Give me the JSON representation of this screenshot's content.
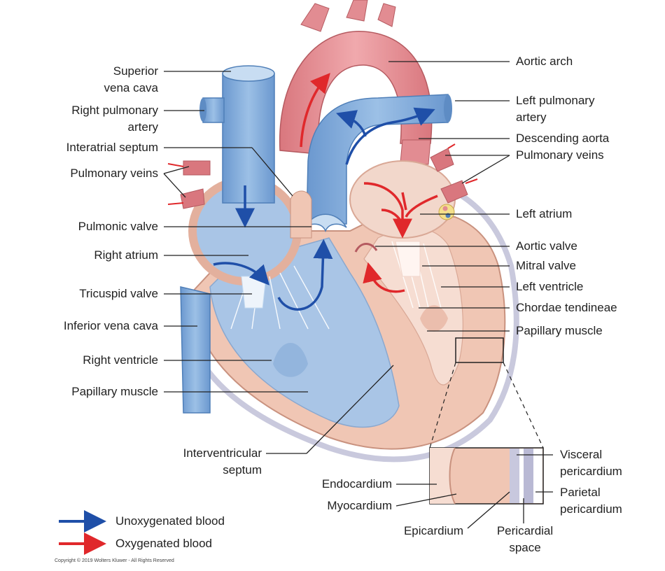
{
  "labels": {
    "superior_vena_cava": [
      "Superior",
      "vena cava"
    ],
    "right_pulmonary_artery": [
      "Right pulmonary",
      "artery"
    ],
    "interatrial_septum": "Interatrial septum",
    "pulmonary_veins_left": "Pulmonary veins",
    "pulmonic_valve": "Pulmonic valve",
    "right_atrium": "Right atrium",
    "tricuspid_valve": "Tricuspid valve",
    "inferior_vena_cava": "Inferior vena cava",
    "right_ventricle": "Right ventricle",
    "papillary_muscle_left": "Papillary muscle",
    "interventricular_septum": [
      "Interventricular",
      "septum"
    ],
    "aortic_arch": "Aortic arch",
    "left_pulmonary_artery": [
      "Left pulmonary",
      "artery"
    ],
    "descending_aorta": "Descending aorta",
    "pulmonary_veins_right": "Pulmonary veins",
    "left_atrium": "Left atrium",
    "aortic_valve": "Aortic valve",
    "mitral_valve": "Mitral valve",
    "left_ventricle": "Left ventricle",
    "chordae_tendineae": "Chordae tendineae",
    "papillary_muscle_right": "Papillary muscle",
    "visceral_pericardium": [
      "Visceral",
      "pericardium"
    ],
    "parietal_pericardium": [
      "Parietal",
      "pericardium"
    ],
    "endocardium": "Endocardium",
    "myocardium": "Myocardium",
    "epicardium": "Epicardium",
    "pericardial_space": [
      "Pericardial",
      "space"
    ]
  },
  "legend": {
    "unoxygenated": "Unoxygenated blood",
    "oxygenated": "Oxygenated blood"
  },
  "copyright": "Copyright © 2019 Wolters Kluwer - All Rights Reserved",
  "colors": {
    "unoxygenated_arrow": "#1f4fa8",
    "oxygenated_arrow": "#e0282b",
    "blue_vessel": "#7aa6d8",
    "red_vessel": "#e28c92",
    "heart_wall": "#f0c6b4",
    "pericardium": "#dcdcec"
  }
}
